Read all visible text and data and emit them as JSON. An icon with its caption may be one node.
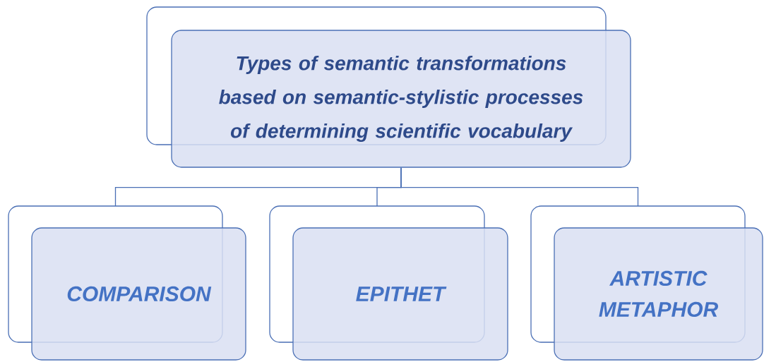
{
  "diagram": {
    "nodes": [
      {
        "text": [
          "Types of semantic transformations based on semantic-stylistic processes of determining scientific vocabulary"
        ]
      },
      {
        "text": [
          "COMPARISON"
        ]
      },
      {
        "text": [
          "EPITHET"
        ]
      },
      {
        "text": [
          "ARTISTIC METAPHOR"
        ]
      }
    ],
    "edges": [
      {
        "from": 0,
        "to": 1,
        "arrow": "none"
      },
      {
        "from": 0,
        "to": 2,
        "arrow": "none"
      },
      {
        "from": 0,
        "to": 3,
        "arrow": "none"
      }
    ]
  }
}
